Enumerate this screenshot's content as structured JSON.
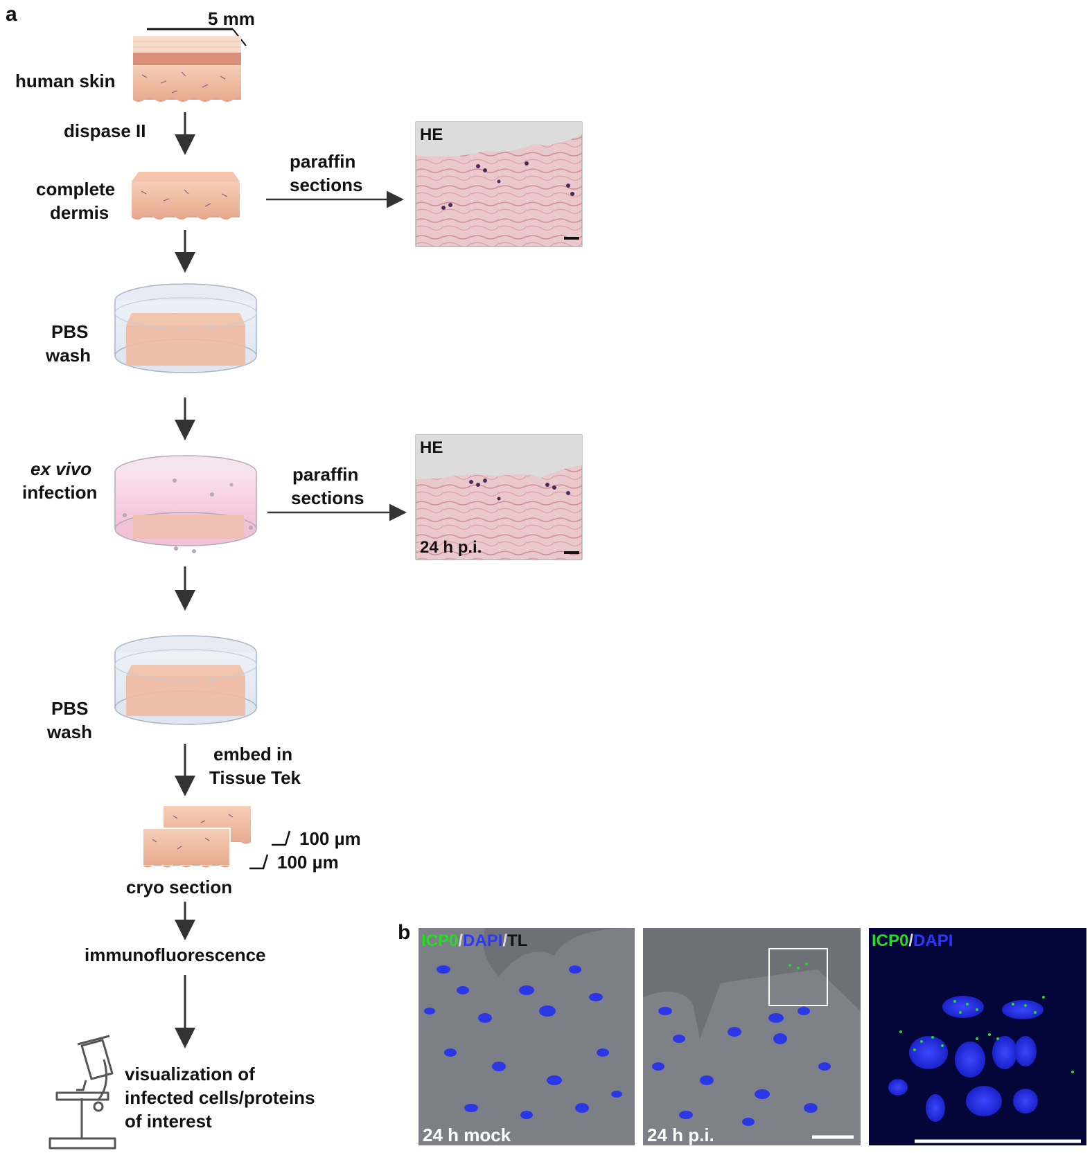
{
  "panel_a": {
    "label": "a",
    "scale": "5 mm",
    "steps": {
      "human_skin": "human skin",
      "dispase": "dispase II",
      "complete_line1": "complete",
      "complete_line2": "dermis",
      "pbs1_line1": "PBS",
      "pbs1_line2": "wash",
      "exvivo_line1": "ex vivo",
      "exvivo_line2": "infection",
      "pbs2_line1": "PBS",
      "pbs2_line2": "wash",
      "embed_line1": "embed in",
      "embed_line2": "Tissue Tek",
      "thickness1": "100 µm",
      "thickness2": "100 µm",
      "cryo": "cryo section",
      "immuno": "immunofluorescence",
      "vis_line1": "visualization of",
      "vis_line2": "infected cells/proteins",
      "vis_line3": "of interest"
    },
    "paraffin1_line1": "paraffin",
    "paraffin1_line2": "sections",
    "paraffin2_line1": "paraffin",
    "paraffin2_line2": "sections",
    "he1_label": "HE",
    "he2_label": "HE",
    "he2_time": "24 h p.i."
  },
  "panel_b": {
    "label": "b",
    "img1_legend_icp0": "ICP0",
    "img1_legend_sep1": "/",
    "img1_legend_dapi": "DAPI",
    "img1_legend_sep2": "/",
    "img1_legend_tl": "TL",
    "img1_caption": "24 h mock",
    "img2_caption": "24 h p.i.",
    "img3_legend_icp0": "ICP0",
    "img3_legend_sep": "/",
    "img3_legend_dapi": "DAPI"
  },
  "colors": {
    "skin": "#eeb8a0",
    "skin_dark": "#d99a80",
    "stain": "#e9c3c6",
    "dapi": "#1f2bff",
    "icp0": "#22dd22",
    "infect_medium": "#f8d3e2"
  }
}
